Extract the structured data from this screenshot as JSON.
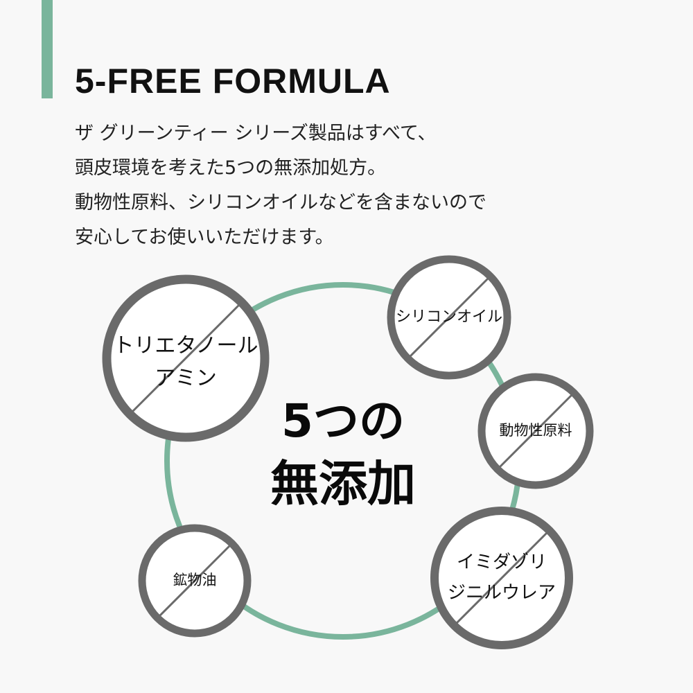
{
  "title": "5-FREE FORMULA",
  "description": [
    "ザ グリーンティー シリーズ製品はすべて、",
    "頭皮環境を考えた5つの無添加処方。",
    "動物性原料、シリコンオイルなどを含まないので",
    "安心してお使いいただけます。"
  ],
  "center": {
    "line1": "5つの",
    "line2": "無添加"
  },
  "badges": [
    {
      "lines": [
        "トリエタノール",
        "アミン"
      ]
    },
    {
      "lines": [
        "シリコンオイル"
      ]
    },
    {
      "lines": [
        "動物性原料"
      ]
    },
    {
      "lines": [
        "イミダゾリ",
        "ジニルウレア"
      ]
    },
    {
      "lines": [
        "鉱物油"
      ]
    }
  ],
  "colors": {
    "accent": "#7ab59c",
    "ring": "#7ab59c",
    "badge_border": "#6a6a6a",
    "badge_fill": "#ffffff",
    "strike": "#6a6a6a"
  },
  "icons": [
    "prohibited-strike-icon"
  ]
}
